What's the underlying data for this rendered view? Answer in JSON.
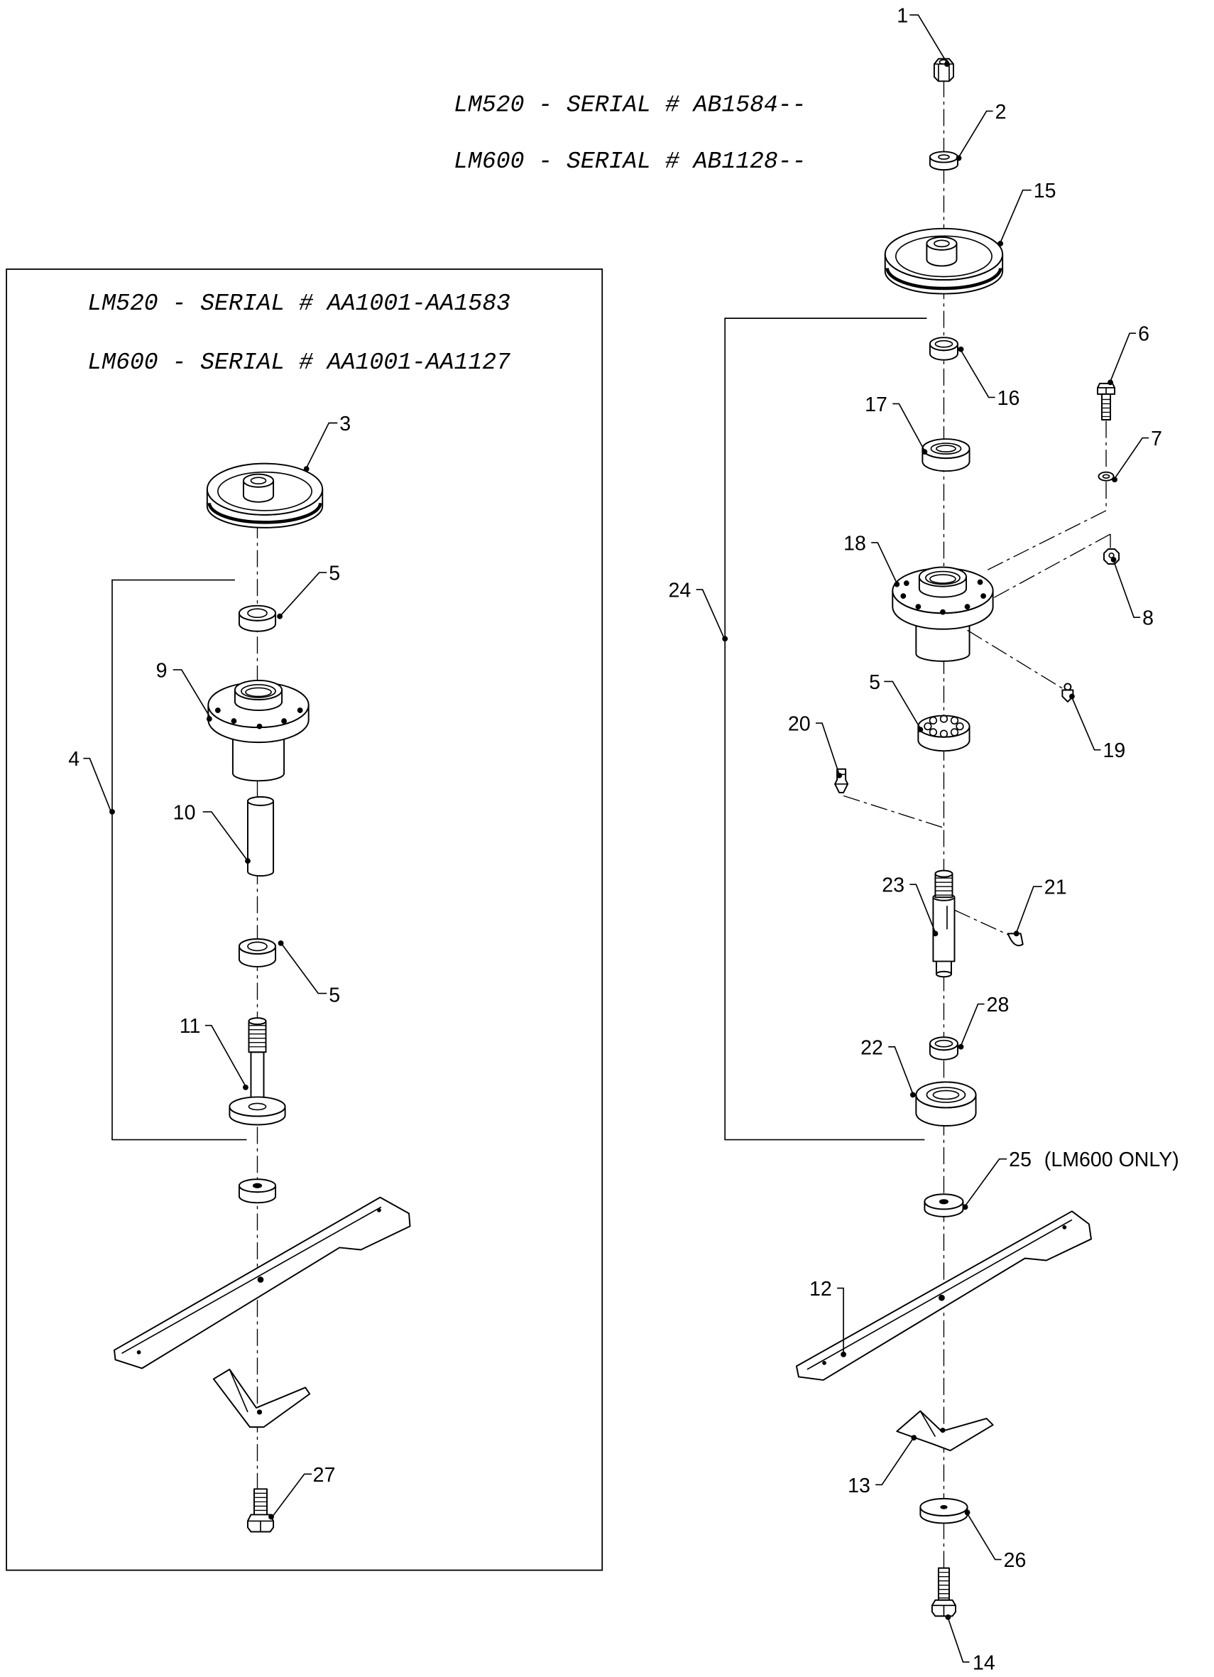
{
  "current_serials": {
    "lm520": "LM520 - SERIAL # AB1584--",
    "lm600": "LM600 - SERIAL # AB1128--"
  },
  "earlier_serials": {
    "lm520": "LM520 - SERIAL # AA1001-AA1583",
    "lm600": "LM600 - SERIAL # AA1001-AA1127"
  },
  "callouts_left": [
    "3",
    "5",
    "9",
    "10",
    "5",
    "11",
    "4",
    "27"
  ],
  "callouts_right": [
    "1",
    "2",
    "15",
    "16",
    "17",
    "6",
    "7",
    "18",
    "8",
    "24",
    "19",
    "5",
    "20",
    "23",
    "21",
    "28",
    "22",
    "25",
    "12",
    "13",
    "26",
    "14"
  ],
  "note_25": "(LM600 ONLY)"
}
